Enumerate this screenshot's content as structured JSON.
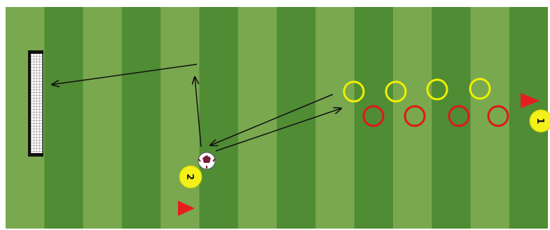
{
  "drill_diagram": {
    "colors": {
      "pitch_dark": "#4f8c34",
      "pitch_light": "#79a84f",
      "yellow_ring": "#f0f000",
      "red_ring": "#e01818",
      "cone": "#e61e1e",
      "player_fill": "#f4f01a",
      "arrow": "#111111"
    },
    "players": [
      {
        "id": "player-1",
        "label": "1"
      },
      {
        "id": "player-2",
        "label": "2"
      }
    ],
    "equipment": {
      "goal": "goal-icon",
      "ball": "ball-icon",
      "cones": [
        "cone-icon",
        "cone-icon"
      ],
      "yellow_hoops": 4,
      "red_hoops": 4
    }
  }
}
